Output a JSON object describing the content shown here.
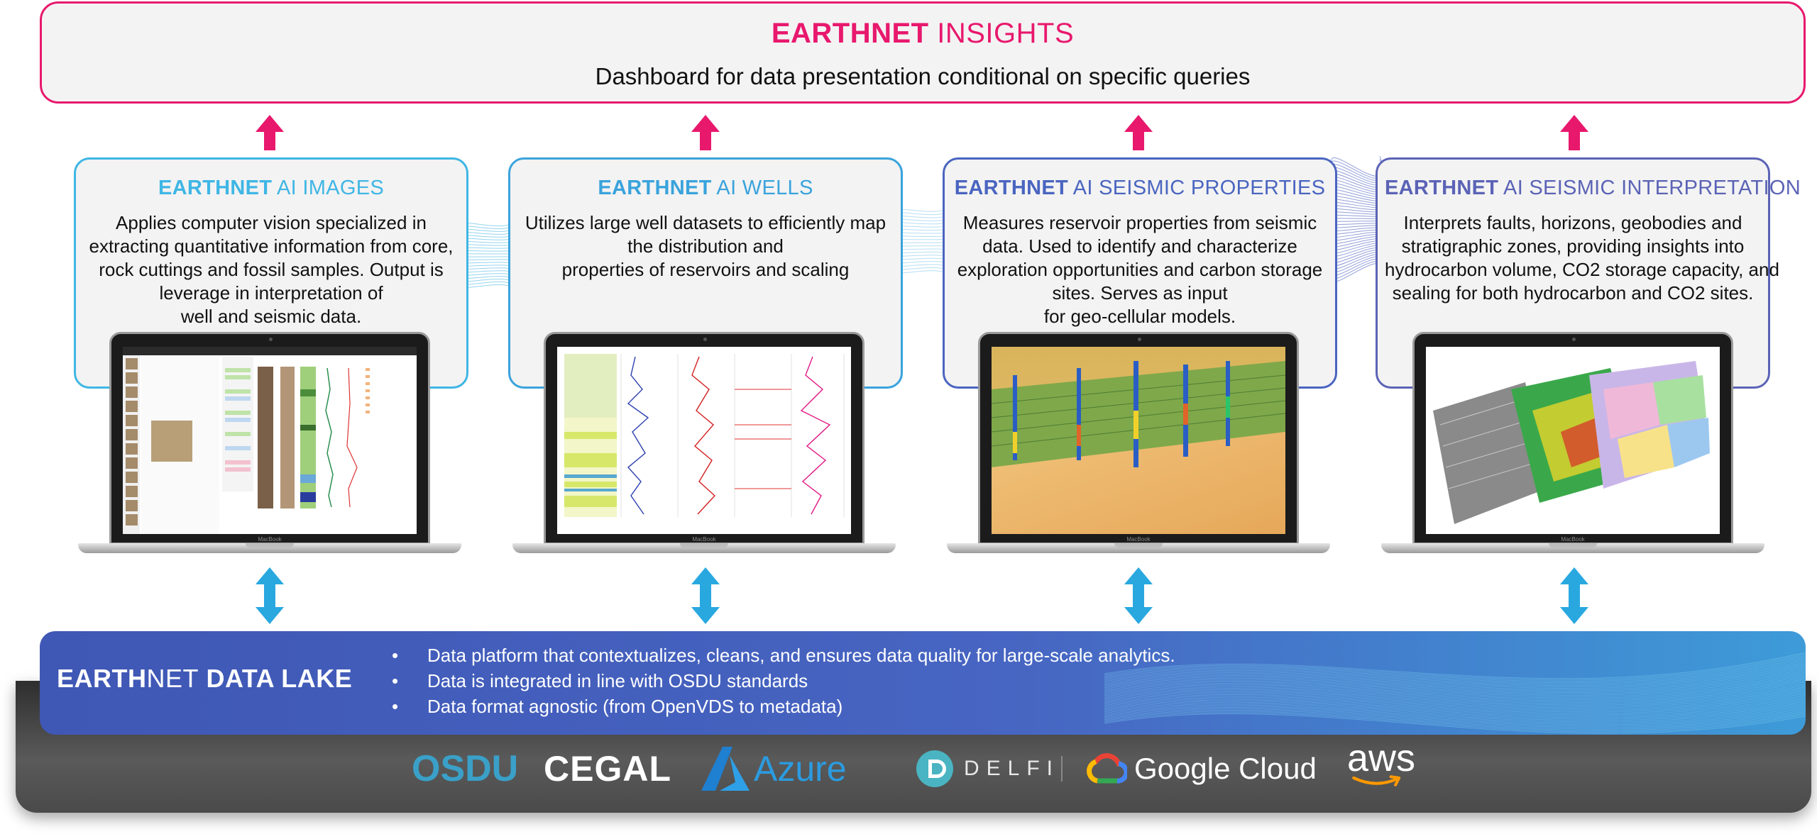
{
  "colors": {
    "brand_pink": "#e8186d",
    "images_blue": "#3fb6e5",
    "wells_blue": "#3aa3dc",
    "seismic_props_blue": "#4a65c0",
    "seismic_interp_blue": "#5b63b6",
    "lake_blue": "#4563bf",
    "arrow_cyan": "#29a8e0"
  },
  "insights": {
    "title_bold": "EARTHNET",
    "title_light": " INSIGHTS",
    "subtitle": "Dashboard for data presentation conditional on specific queries"
  },
  "modules": [
    {
      "title_bold": "EARTHNET",
      "title_light": " AI IMAGES",
      "lines": [
        "Applies computer vision specialized in",
        "extracting quantitative information from core,",
        "rock cuttings and fossil samples. Output is",
        "leverage in interpretation of",
        "well and seismic data."
      ]
    },
    {
      "title_bold": "EARTHNET",
      "title_light": " AI WELLS",
      "lines": [
        "Utilizes large well datasets to efficiently map",
        "the distribution and",
        "properties of reservoirs and scaling"
      ]
    },
    {
      "title_bold": "EARTHNET",
      "title_light": " AI SEISMIC PROPERTIES",
      "lines": [
        "Measures reservoir properties from seismic",
        "data. Used to identify and characterize",
        "exploration opportunities and carbon storage",
        "sites. Serves as input",
        "for geo-cellular models."
      ]
    },
    {
      "title_bold": "EARTHNET",
      "title_light": " AI SEISMIC INTERPRETATION",
      "lines": [
        "Interprets faults, horizons, geobodies and",
        "stratigraphic zones, providing insights into",
        "hydrocarbon volume, CO2 storage capacity, and",
        "sealing for both hydrocarbon and CO2 sites."
      ]
    }
  ],
  "laptop_brand": "MacBook",
  "data_lake": {
    "title_bold_1": "EARTH",
    "title_light": "NET",
    "title_bold_2": " DATA LAKE",
    "bullets": [
      "Data platform that contextualizes, cleans, and ensures data quality for large-scale analytics.",
      "Data is integrated in line with OSDU standards",
      "Data format agnostic (from OpenVDS to metadata)"
    ]
  },
  "partners": {
    "osdu": "OSDU",
    "cegal": "CEGAL",
    "azure": "Azure",
    "delfi": "DELFI",
    "google_cloud": "Google Cloud",
    "aws": "aws"
  }
}
